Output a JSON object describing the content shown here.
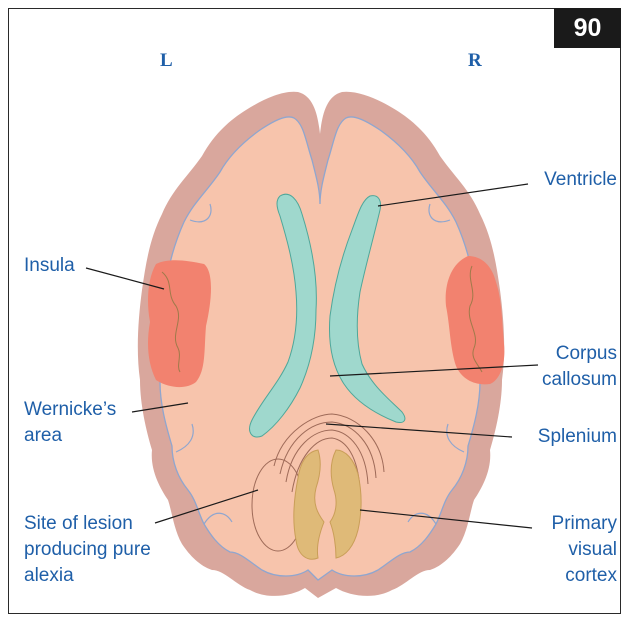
{
  "badge": {
    "number": "90"
  },
  "sides": {
    "left": "L",
    "right": "R"
  },
  "labels": {
    "insula": "Insula",
    "wernicke_line1": "Wernicke’s",
    "wernicke_line2": "area",
    "lesion_line1": "Site of lesion",
    "lesion_line2": "producing pure",
    "lesion_line3": "alexia",
    "ventricle": "Ventricle",
    "corpus_line1": "Corpus",
    "corpus_line2": "callosum",
    "splenium": "Splenium",
    "visual_line1": "Primary",
    "visual_line2": "visual",
    "visual_line3": "cortex"
  },
  "colors": {
    "cortex_outer": "#d9a79d",
    "white_matter": "#f7c4ac",
    "outline": "#8fa6cf",
    "ventricle_fill": "#9fd8cd",
    "ventricle_stroke": "#4ea79a",
    "insula_fill": "#f2826f",
    "visual_cortex_fill": "#dfba78",
    "label_text": "#1f5fa8"
  }
}
